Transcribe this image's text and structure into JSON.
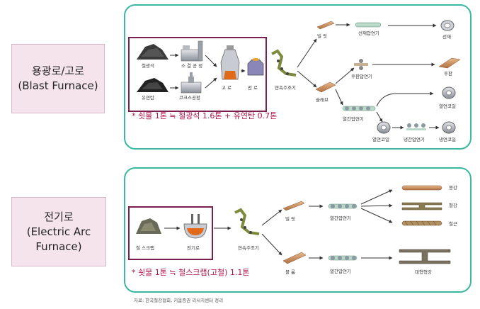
{
  "blast": {
    "title_ko": "용광로/고로",
    "title_en": "(Blast Furnace)",
    "iron_ore": "철광석",
    "sinter": "소 결 공 정",
    "coal": "유연탄",
    "coke": "코크스공정",
    "furnace": "고 로",
    "converter": "전 로",
    "caster": "연속주조기",
    "billet": "빌 릿",
    "slab": "슬래브",
    "wire_mill": "선재압연기",
    "wire_rod": "선재",
    "plate_mill": "후판압연기",
    "plate": "후판",
    "hot_mill": "열간압연기",
    "hot_coil": "열연코일",
    "hot_coil2": "열연코일",
    "cold_mill": "냉간압연기",
    "cold_coil": "냉연코일",
    "note": "* 쇳물 1톤 ≒ 철광석 1.6톤 + 유연탄 0.7톤"
  },
  "eaf": {
    "title_ko": "전기로",
    "title_en1": "(Electric Arc",
    "title_en2": "Furnace)",
    "scrap": "철 스크랩",
    "eaf": "전기로",
    "caster": "연속주조기",
    "billet": "빌 릿",
    "bloom": "블 룸",
    "hot_mill1": "열간압연기",
    "hot_mill2": "열간압연기",
    "bar": "봉강",
    "section": "형강",
    "rebar": "철근",
    "large_section": "대형형강",
    "note": "* 쇳물 1톤 ≒ 철스크랩(고철) 1.1톤"
  },
  "source": "자료: 한국철강협회, 키움증권 리서치센터 정리",
  "colors": {
    "accent": "#3bb8a0",
    "box": "#7a1f4f",
    "note": "#b0124a",
    "label_bg": "#f6e4ec"
  }
}
